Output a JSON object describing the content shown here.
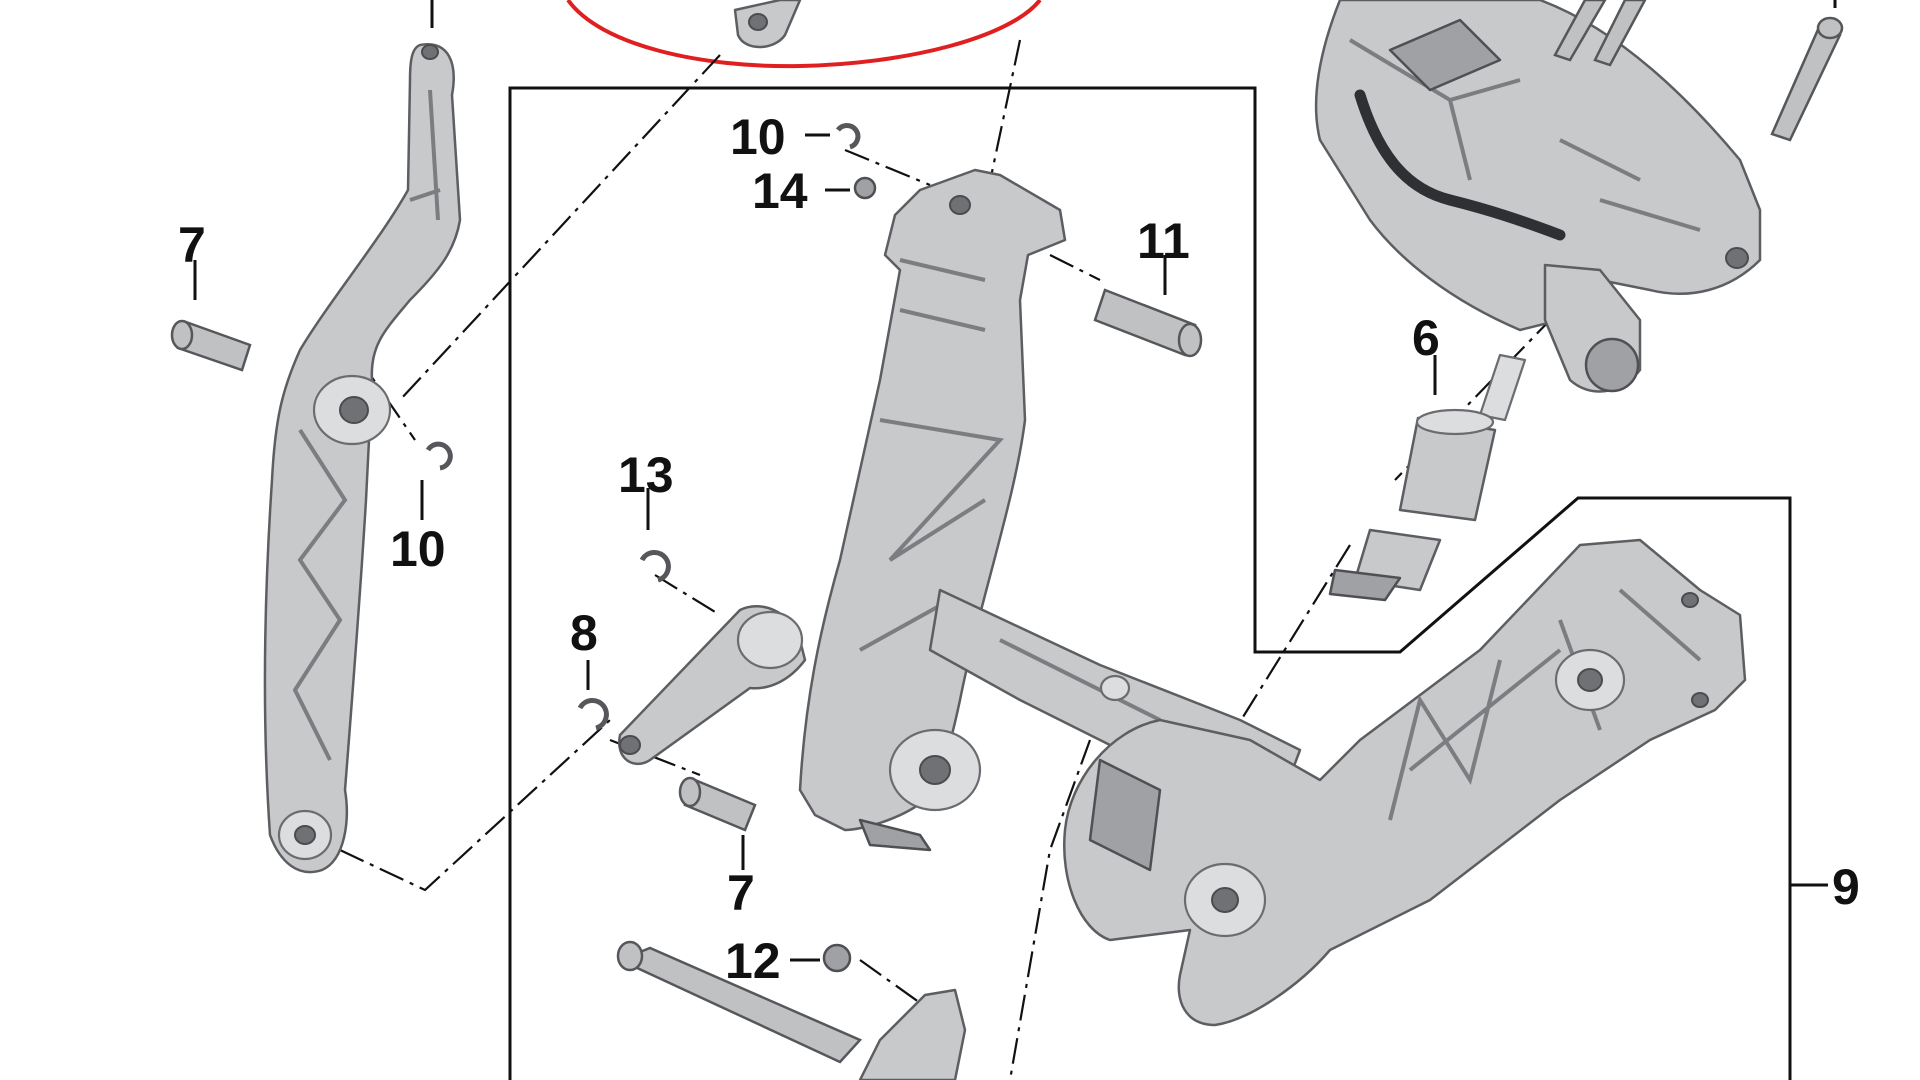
{
  "diagram": {
    "callouts": [
      "6",
      "7",
      "7",
      "8",
      "9",
      "10",
      "10",
      "11",
      "12",
      "13",
      "14"
    ],
    "colors": {
      "part_fill": "#c8c9cb",
      "line": "#111111",
      "highlight_ellipse": "#e02020"
    }
  }
}
